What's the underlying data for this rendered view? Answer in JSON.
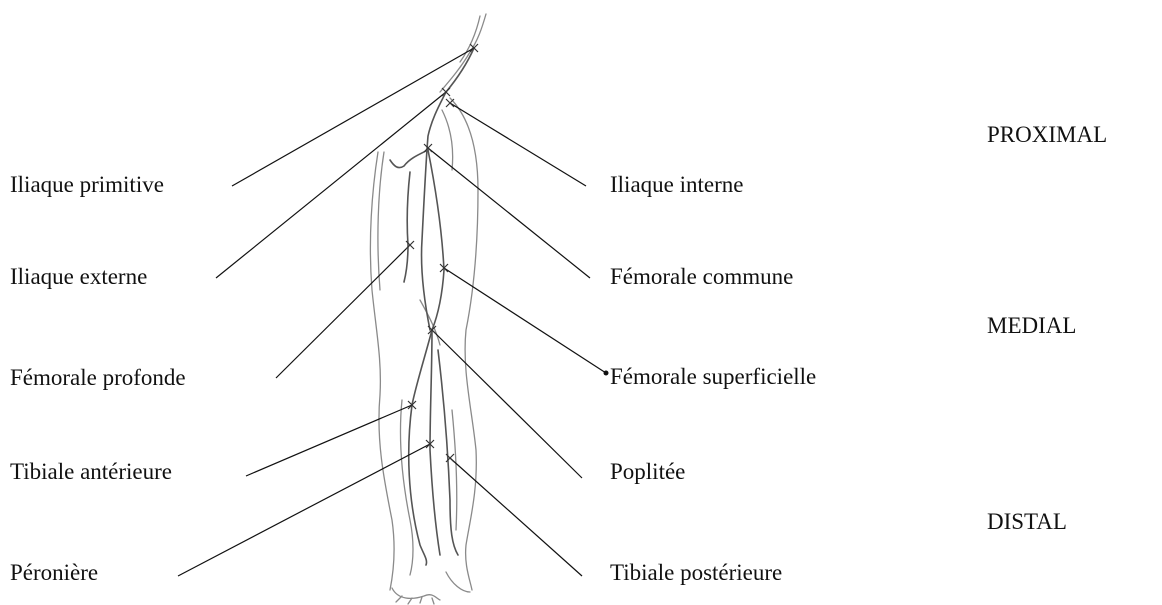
{
  "labels_left": [
    {
      "key": "iliaque_primitive",
      "text": "Iliaque primitive"
    },
    {
      "key": "iliaque_externe",
      "text": "Iliaque externe"
    },
    {
      "key": "femorale_profonde",
      "text": "Fémorale profonde"
    },
    {
      "key": "tibiale_anterieure",
      "text": "Tibiale antérieure"
    },
    {
      "key": "peroniere",
      "text": "Péronière"
    }
  ],
  "labels_right": [
    {
      "key": "iliaque_interne",
      "text": "Iliaque interne"
    },
    {
      "key": "femorale_commune",
      "text": "Fémorale commune"
    },
    {
      "key": "femorale_superficielle",
      "text": "Fémorale superficielle"
    },
    {
      "key": "poplitee",
      "text": "Poplitée"
    },
    {
      "key": "tibiale_posterieure",
      "text": "Tibiale postérieure"
    }
  ],
  "levels": [
    {
      "key": "proximal",
      "text": "PROXIMAL"
    },
    {
      "key": "medial",
      "text": "MEDIAL"
    },
    {
      "key": "distal",
      "text": "DISTAL"
    }
  ],
  "colors": {
    "ink": "#111111",
    "vessel": "#555555",
    "outline": "#8a8a8a"
  }
}
